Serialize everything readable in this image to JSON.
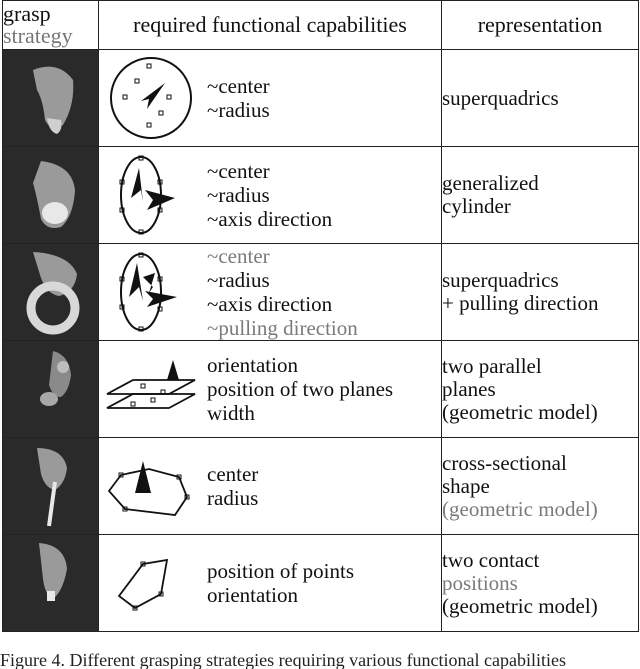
{
  "header": {
    "grasp_line1": "grasp",
    "grasp_line2": "strategy",
    "capabilities": "required functional capabilities",
    "representation": "representation"
  },
  "rows": [
    {
      "caps": [
        "~center",
        "~radius"
      ],
      "rep": [
        "superquadrics"
      ],
      "icon": "hand-fingertip-grasp-icon"
    },
    {
      "caps": [
        "~center",
        "~radius",
        "~axis direction"
      ],
      "rep": [
        "generalized",
        "cylinder"
      ],
      "icon": "hand-sphere-grasp-icon"
    },
    {
      "caps": [
        "~center",
        "~radius",
        "~axis direction",
        "~pulling direction"
      ],
      "rep": [
        "superquadrics",
        "+ pulling direction"
      ],
      "icon": "hand-ring-grasp-icon"
    },
    {
      "caps": [
        "orientation",
        "position of two planes",
        "width"
      ],
      "rep": [
        "two parallel",
        "planes",
        "(geometric model)"
      ],
      "icon": "hand-pinch-grasp-icon"
    },
    {
      "caps": [
        "center",
        "radius"
      ],
      "rep": [
        "cross-sectional",
        "shape",
        "(geometric model)"
      ],
      "icon": "hand-pencil-grasp-icon"
    },
    {
      "caps": [
        "position of points",
        "orientation"
      ],
      "rep": [
        "two contact",
        "positions",
        "(geometric model)"
      ],
      "icon": "hand-two-finger-grasp-icon"
    }
  ],
  "caption": "Figure 4. Different grasping strategies requiring various functional capabilities"
}
